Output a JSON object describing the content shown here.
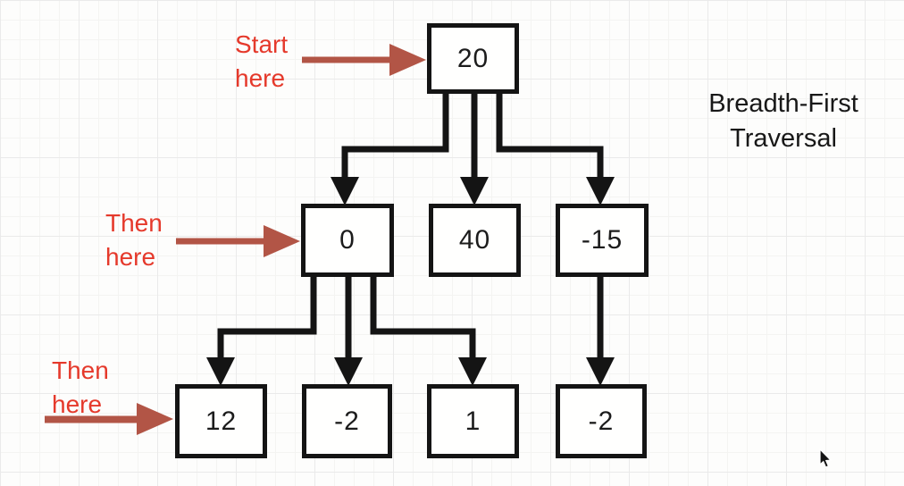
{
  "title": {
    "text": "Breadth-First Traversal"
  },
  "tree": {
    "root": {
      "label": "20"
    },
    "level2": [
      {
        "label": "0"
      },
      {
        "label": "40"
      },
      {
        "label": "-15"
      }
    ],
    "level3": [
      {
        "label": "12"
      },
      {
        "label": "-2"
      },
      {
        "label": "1"
      },
      {
        "label": "-2"
      }
    ],
    "edges": [
      "20->0",
      "20->40",
      "20->-15",
      "0->12",
      "0->-2",
      "0->1",
      "-15->-2"
    ]
  },
  "annotations": {
    "start": {
      "text": "Start here"
    },
    "then1": {
      "text": "Then here"
    },
    "then2": {
      "text": "Then here"
    }
  },
  "colors": {
    "node_border": "#141414",
    "connector": "#141414",
    "annotation_text": "#e5392b",
    "annotation_arrow": "#b25546",
    "grid_line": "#eaeaea",
    "background": "#fdfdfc"
  }
}
